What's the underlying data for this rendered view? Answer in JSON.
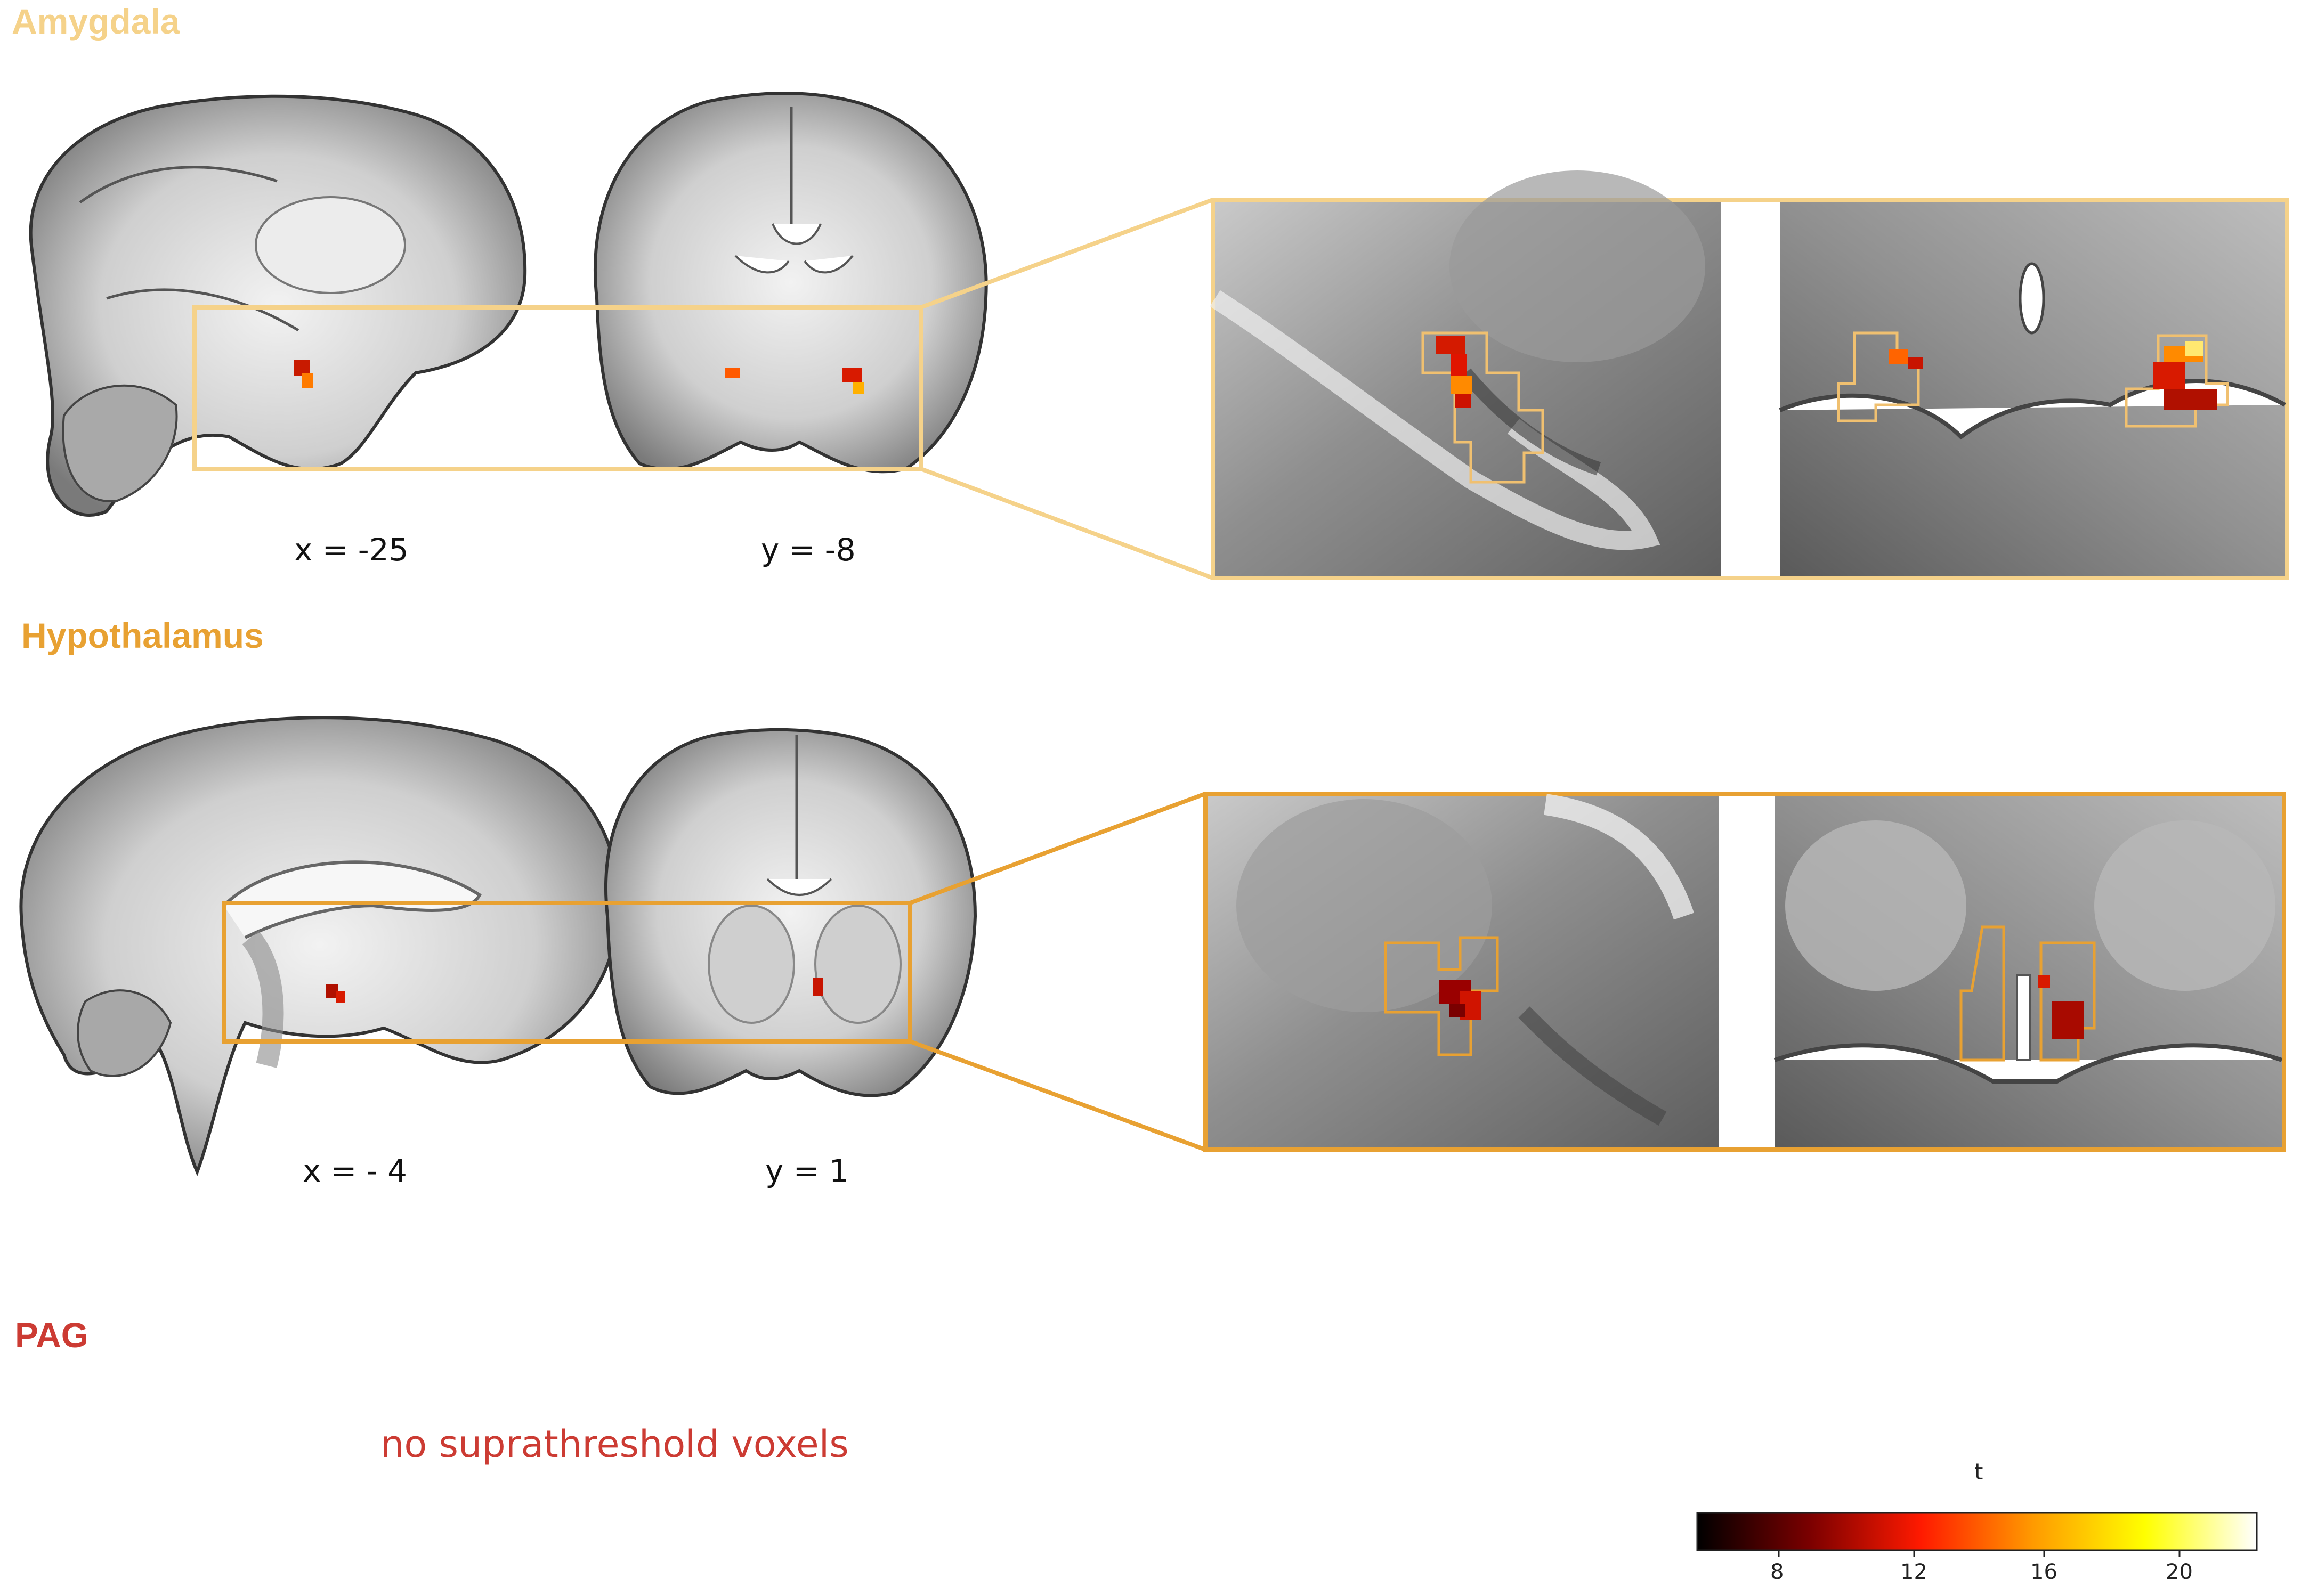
{
  "colors": {
    "amygdala": "#f5d28a",
    "hypothalamus": "#e8a132",
    "pag": "#cc3b33"
  },
  "sections": {
    "amygdala": {
      "title": "Amygdala",
      "sagittal_label": "x = -25",
      "coronal_label": "y = -8"
    },
    "hypothalamus": {
      "title": "Hypothalamus",
      "sagittal_label": "x = - 4",
      "coronal_label": "y = 1"
    },
    "pag": {
      "title": "PAG",
      "note": "no suprathreshold voxels"
    }
  },
  "colorbar": {
    "title": "t",
    "ticks": [
      "8",
      "12",
      "16",
      "20"
    ],
    "colormap": [
      "#000000",
      "#7a0000",
      "#ff1a00",
      "#ff9a00",
      "#ffff00",
      "#ffffff"
    ]
  }
}
